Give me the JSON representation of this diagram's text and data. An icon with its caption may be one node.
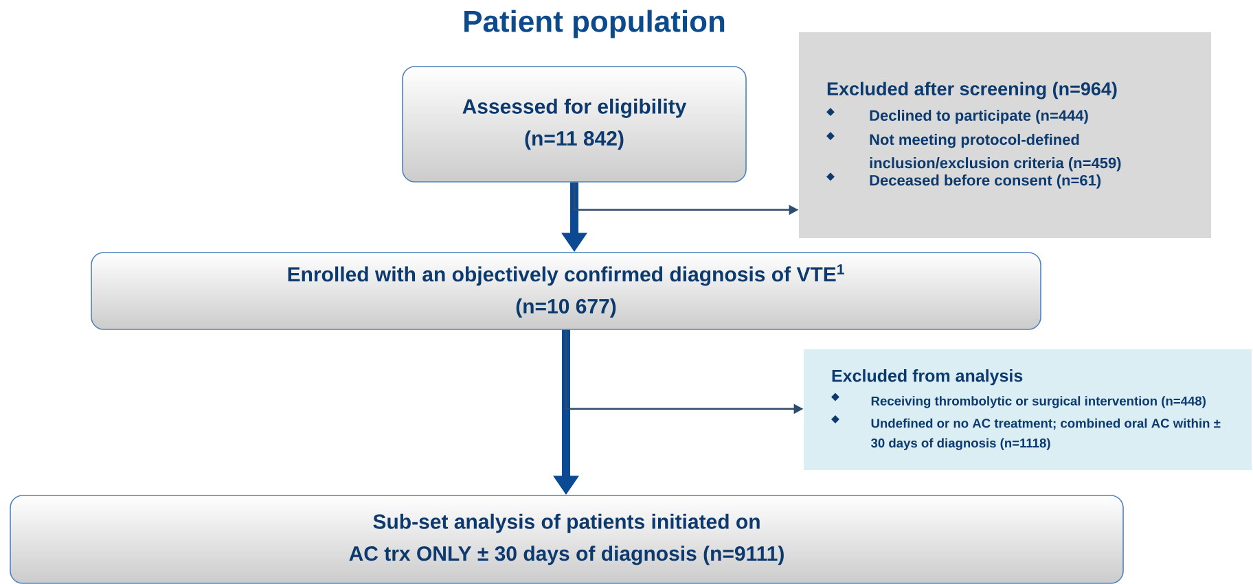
{
  "diagram": {
    "title": "Patient population",
    "nodes": [
      {
        "text": [
          "Assessed for eligibility",
          "(n=11 842)"
        ]
      },
      {
        "text": [
          "Excluded after screening (n=964)",
          "Declined to participate (n=444)",
          "Not meeting protocol-defined inclusion/exclusion criteria (n=459)",
          "Deceased before consent (n=61)"
        ]
      },
      {
        "text": [
          "Enrolled with an objectively confirmed diagnosis of VTE$^{1}$",
          "(n=10 677)"
        ]
      },
      {
        "text": [
          "Excluded from analysis",
          "Receiving thrombolytic or surgical intervention (n=448)",
          "Undefined or no AC treatment; combined oral AC within ± 30 days of diagnosis (n=1118)"
        ]
      },
      {
        "text": [
          "Sub-set analysis of patients initiated on",
          "AC trx ONLY ± 30 days of diagnosis (n=9111)"
        ]
      }
    ],
    "edges": [
      {
        "from": 0,
        "to": 2,
        "arrow": "to",
        "style": "thick"
      },
      {
        "from": 0,
        "to": 1,
        "arrow": "to"
      },
      {
        "from": 2,
        "to": 4,
        "arrow": "to",
        "style": "thick"
      },
      {
        "from": 2,
        "to": 3,
        "arrow": "to"
      }
    ]
  }
}
